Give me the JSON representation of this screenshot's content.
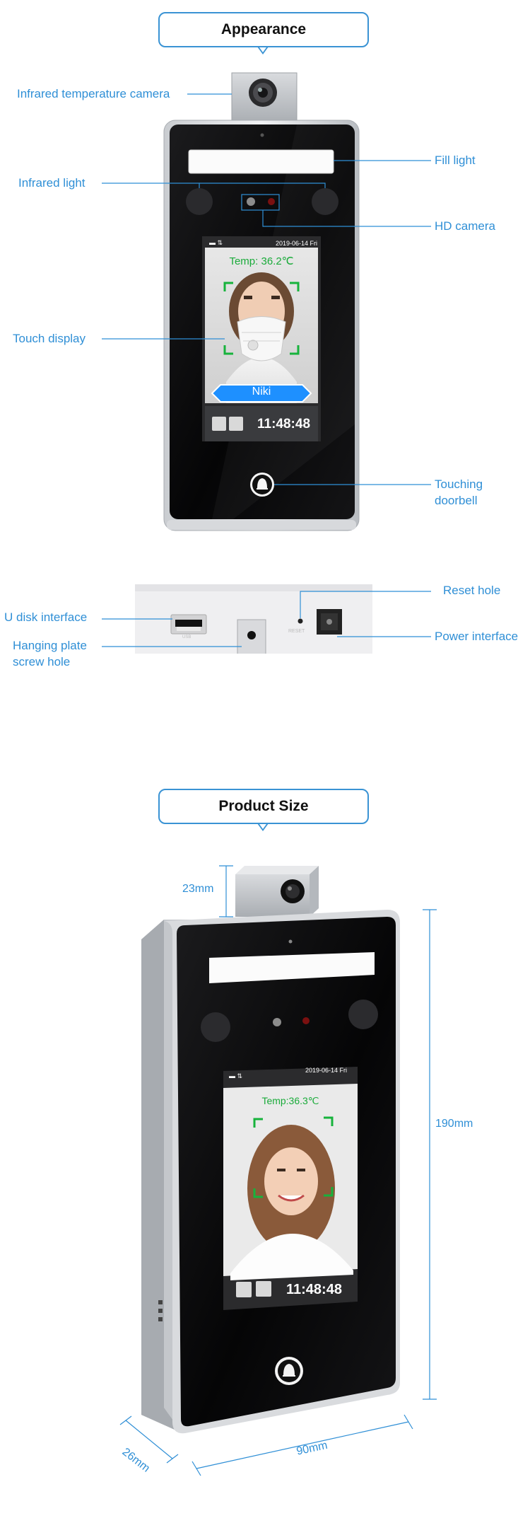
{
  "appearance": {
    "title": "Appearance",
    "labels": {
      "infrared_temperature_camera": "Infrared temperature camera",
      "fill_light": "Fill light",
      "infrared_light": "Infrared light",
      "hd_camera": "HD camera",
      "touch_display": "Touch display",
      "touching_doorbell_line1": "Touching",
      "touching_doorbell_line2": "doorbell"
    },
    "screen": {
      "date": "2019-06-14 Fri",
      "temp": "Temp: 36.2℃",
      "name": "Niki",
      "time": "11:48:48"
    }
  },
  "side_view": {
    "labels": {
      "reset_hole": "Reset hole",
      "u_disk_interface": "U disk interface",
      "power_interface": "Power interface",
      "hanging_plate_line1": "Hanging plate",
      "hanging_plate_line2": "screw hole"
    },
    "port_text_reset": "RESET",
    "port_text_usb": "USB"
  },
  "product_size": {
    "title": "Product Size",
    "dimensions": {
      "camera_height": "23mm",
      "height": "190mm",
      "depth": "26mm",
      "width": "90mm"
    },
    "screen": {
      "date": "2019-06-14 Fri",
      "temp": "Temp:36.3℃",
      "time": "11:48:48"
    }
  },
  "colors": {
    "accent": "#2f8fd6",
    "temp_green": "#1aab3a",
    "badge_blue": "#1e90ff"
  }
}
